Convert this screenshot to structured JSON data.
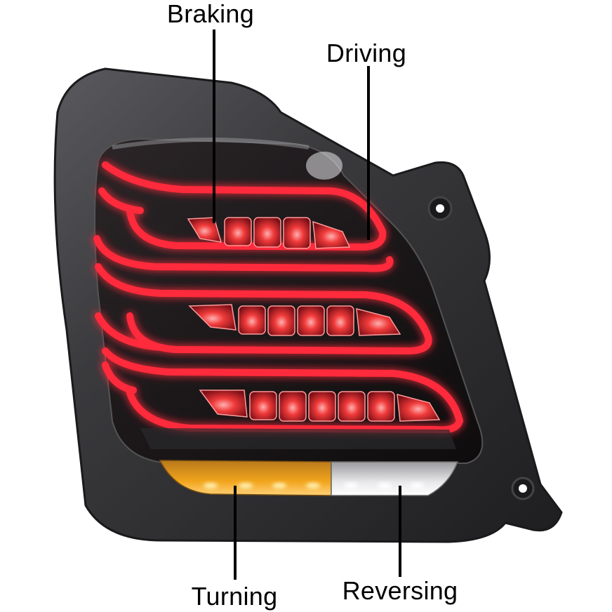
{
  "labels": {
    "braking": "Braking",
    "driving": "Driving",
    "turning": "Turning",
    "reversing": "Reversing"
  },
  "colors": {
    "background": "#ffffff",
    "housing": "#2b2b2d",
    "lens_dark": "#141214",
    "light_bar_red": "#ff2b3a",
    "brake_led_red": "#d8202c",
    "turn_amber": "#f2a51c",
    "reverse_white": "#f4f4f4",
    "callout_line": "#000000"
  }
}
